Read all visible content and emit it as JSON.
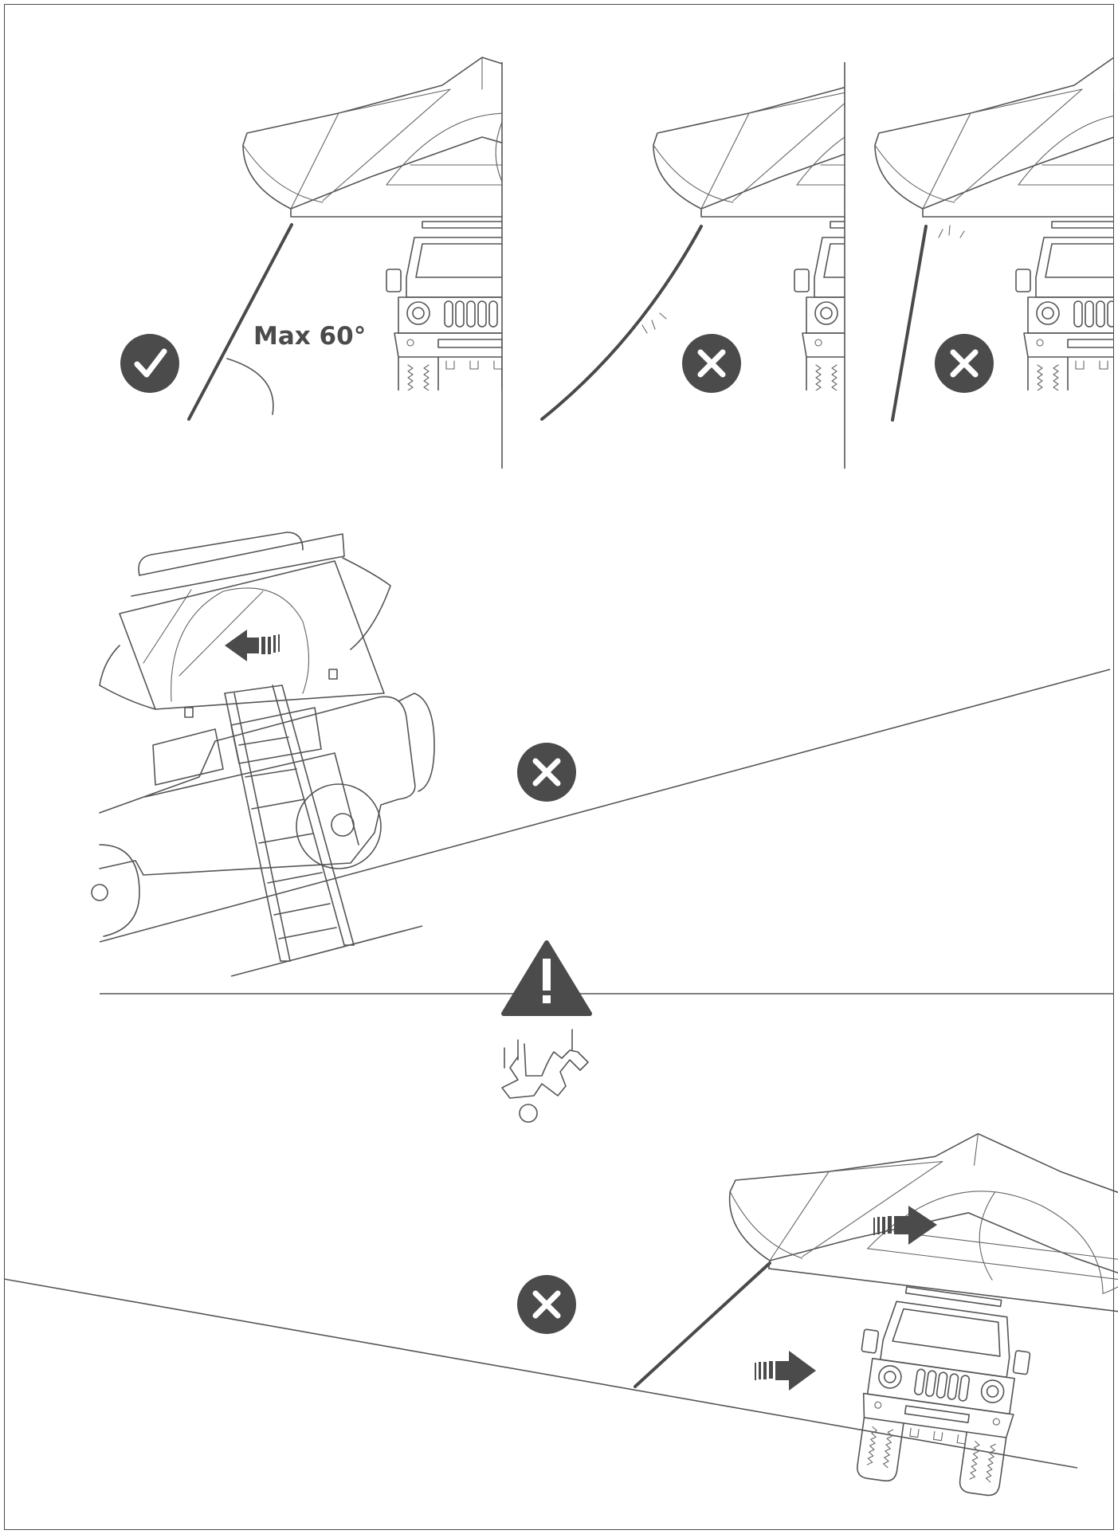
{
  "angle_label": "Max 60°",
  "colors": {
    "ink": "#4b4b4b",
    "line": "#555555",
    "background": "#ffffff"
  },
  "panels": [
    {
      "id": "ladder-angle-correct",
      "status": "correct",
      "icon": "check-circle-icon"
    },
    {
      "id": "ladder-angle-too-shallow",
      "status": "incorrect",
      "icon": "cross-circle-icon"
    },
    {
      "id": "ladder-angle-too-steep",
      "status": "incorrect",
      "icon": "cross-circle-icon"
    },
    {
      "id": "parked-on-slope-lengthwise",
      "status": "incorrect",
      "icon": "cross-circle-icon"
    },
    {
      "id": "parked-on-slope-sideways",
      "status": "incorrect",
      "icon": "cross-circle-icon"
    }
  ],
  "warning": {
    "icon": "warning-triangle-icon",
    "pictogram": "falling-person-icon"
  }
}
